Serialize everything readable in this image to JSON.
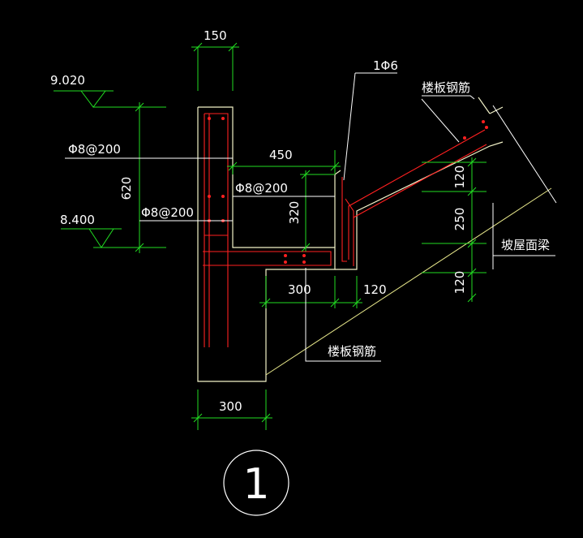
{
  "colors": {
    "background": "#000000",
    "outline": "#f2f2c8",
    "rebar": "#ff2020",
    "dimension": "#22dd22",
    "leader": "#ffffff",
    "text": "#ffffff",
    "slope_line": "#e6e68a"
  },
  "elevations": {
    "top": "9.020",
    "bottom": "8.400"
  },
  "dimensions": {
    "top_width": "150",
    "height_total": "620",
    "overhang_length": "450",
    "upstand_height": "320",
    "beam_width": "300",
    "upstand_offset": "120",
    "bottom_width": "300",
    "slab_top": "120",
    "slab_mid": "250",
    "slab_bottom": "120"
  },
  "labels": {
    "stirrup_top": "Φ8@200",
    "stirrup_overhang": "Φ8@200",
    "stirrup_vertical": "Φ8@200",
    "bar_hook": "1Φ6",
    "slab_rebar_top": "楼板钢筋",
    "slab_rebar_bottom": "楼板钢筋",
    "sloped_roof_beam": "坡屋面梁"
  },
  "detail_number": "1"
}
